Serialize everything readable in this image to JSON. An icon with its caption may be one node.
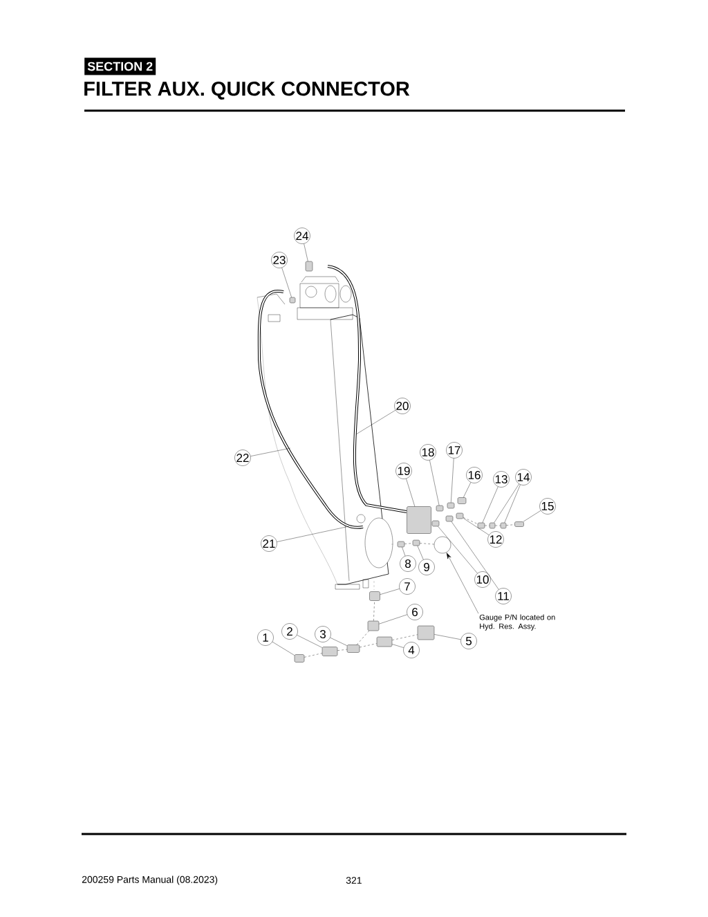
{
  "diagram": {
    "title": "FILTER AUX. QUICK CONNECTOR",
    "nodes": [
      {
        "text": [
          "1"
        ]
      },
      {
        "text": [
          "2"
        ]
      },
      {
        "text": [
          "3"
        ]
      },
      {
        "text": [
          "4"
        ]
      },
      {
        "text": [
          "5"
        ]
      },
      {
        "text": [
          "6"
        ]
      },
      {
        "text": [
          "7"
        ]
      },
      {
        "text": [
          "8"
        ]
      },
      {
        "text": [
          "9"
        ]
      },
      {
        "text": [
          "10"
        ]
      },
      {
        "text": [
          "11"
        ]
      },
      {
        "text": [
          "12"
        ]
      },
      {
        "text": [
          "13"
        ]
      },
      {
        "text": [
          "14"
        ]
      },
      {
        "text": [
          "15"
        ]
      },
      {
        "text": [
          "16"
        ]
      },
      {
        "text": [
          "17"
        ]
      },
      {
        "text": [
          "18"
        ]
      },
      {
        "text": [
          "19"
        ]
      },
      {
        "text": [
          "20"
        ]
      },
      {
        "text": [
          "21"
        ]
      },
      {
        "text": [
          "22"
        ]
      },
      {
        "text": [
          "23"
        ]
      },
      {
        "text": [
          "24"
        ]
      },
      {
        "text": [
          "Gauge P/N located on Hyd. Res. Assy."
        ]
      },
      {
        "text": [],
        "shape": "box"
      },
      {
        "text": [],
        "shape": "box"
      },
      {
        "text": [],
        "shape": "box"
      },
      {
        "text": [],
        "shape": "box"
      },
      {
        "text": [],
        "shape": "box"
      },
      {
        "text": [],
        "shape": "box"
      },
      {
        "text": [],
        "shape": "box"
      },
      {
        "text": [],
        "shape": "box"
      },
      {
        "text": [],
        "shape": "box"
      },
      {
        "text": [],
        "shape": "box"
      },
      {
        "text": [],
        "shape": "box"
      },
      {
        "text": [],
        "shape": "box"
      },
      {
        "text": [],
        "shape": "box"
      },
      {
        "text": [],
        "shape": "box"
      },
      {
        "text": [],
        "shape": "circle"
      },
      {
        "text": [],
        "shape": "box"
      },
      {
        "text": [],
        "shape": "box"
      },
      {
        "text": [],
        "shape": "box"
      },
      {
        "text": [],
        "shape": "box"
      },
      {
        "text": [],
        "shape": "box"
      },
      {
        "text": [],
        "shape": "box"
      },
      {
        "text": [],
        "shape": "box"
      },
      {
        "text": [],
        "shape": "box"
      }
    ],
    "edges": [
      {
        "from": 0,
        "to": 26,
        "arrow": "none"
      },
      {
        "from": 1,
        "to": 28,
        "arrow": "none"
      },
      {
        "from": 2,
        "to": 29,
        "arrow": "none"
      },
      {
        "from": 3,
        "to": 32,
        "arrow": "none"
      },
      {
        "from": 4,
        "to": 36,
        "arrow": "none"
      },
      {
        "from": 5,
        "to": 30,
        "arrow": "none"
      },
      {
        "from": 6,
        "to": 31,
        "arrow": "none"
      },
      {
        "from": 7,
        "to": 33,
        "arrow": "none"
      },
      {
        "from": 8,
        "to": 34,
        "arrow": "none"
      },
      {
        "from": 9,
        "to": 37,
        "arrow": "none"
      },
      {
        "from": 10,
        "to": 40,
        "arrow": "none"
      },
      {
        "from": 11,
        "to": 42,
        "arrow": "none"
      },
      {
        "from": 12,
        "to": 44,
        "arrow": "none"
      },
      {
        "from": 13,
        "to": 45,
        "arrow": "none"
      },
      {
        "from": 13,
        "to": 46,
        "arrow": "none"
      },
      {
        "from": 14,
        "to": 47,
        "arrow": "none"
      },
      {
        "from": 15,
        "to": 43,
        "arrow": "none"
      },
      {
        "from": 16,
        "to": 41,
        "arrow": "none"
      },
      {
        "from": 17,
        "to": 38,
        "arrow": "none"
      },
      {
        "from": 18,
        "to": 35,
        "arrow": "none"
      },
      {
        "from": 19,
        "to": null,
        "arrow": "none"
      },
      {
        "from": 20,
        "to": null,
        "arrow": "none"
      },
      {
        "from": 21,
        "to": null,
        "arrow": "none"
      },
      {
        "from": 22,
        "to": 25,
        "arrow": "none"
      },
      {
        "from": 23,
        "to": 27,
        "arrow": "none"
      },
      {
        "from": 24,
        "to": 39,
        "arrow": "to"
      },
      {
        "from": 26,
        "to": 28,
        "arrow": "none",
        "style": "dashed"
      },
      {
        "from": 28,
        "to": 29,
        "arrow": "none",
        "style": "dashed"
      },
      {
        "from": 29,
        "to": 32,
        "arrow": "none",
        "style": "dashed"
      },
      {
        "from": 32,
        "to": 36,
        "arrow": "none",
        "style": "dashed"
      },
      {
        "from": 29,
        "to": 30,
        "arrow": "none",
        "style": "dashed"
      },
      {
        "from": 30,
        "to": 31,
        "arrow": "none",
        "style": "dashed"
      },
      {
        "from": 33,
        "to": 34,
        "arrow": "none",
        "style": "dashed"
      },
      {
        "from": 34,
        "to": 39,
        "arrow": "none",
        "style": "dashed"
      },
      {
        "from": 42,
        "to": 44,
        "arrow": "none",
        "style": "dashed"
      },
      {
        "from": 44,
        "to": 45,
        "arrow": "none",
        "style": "dashed"
      },
      {
        "from": 45,
        "to": 46,
        "arrow": "none",
        "style": "dashed"
      },
      {
        "from": 46,
        "to": 47,
        "arrow": "none",
        "style": "dashed"
      }
    ],
    "labels": [
      "SECTION 2",
      "200259 Parts Manual (08.2023)",
      "321"
    ]
  }
}
